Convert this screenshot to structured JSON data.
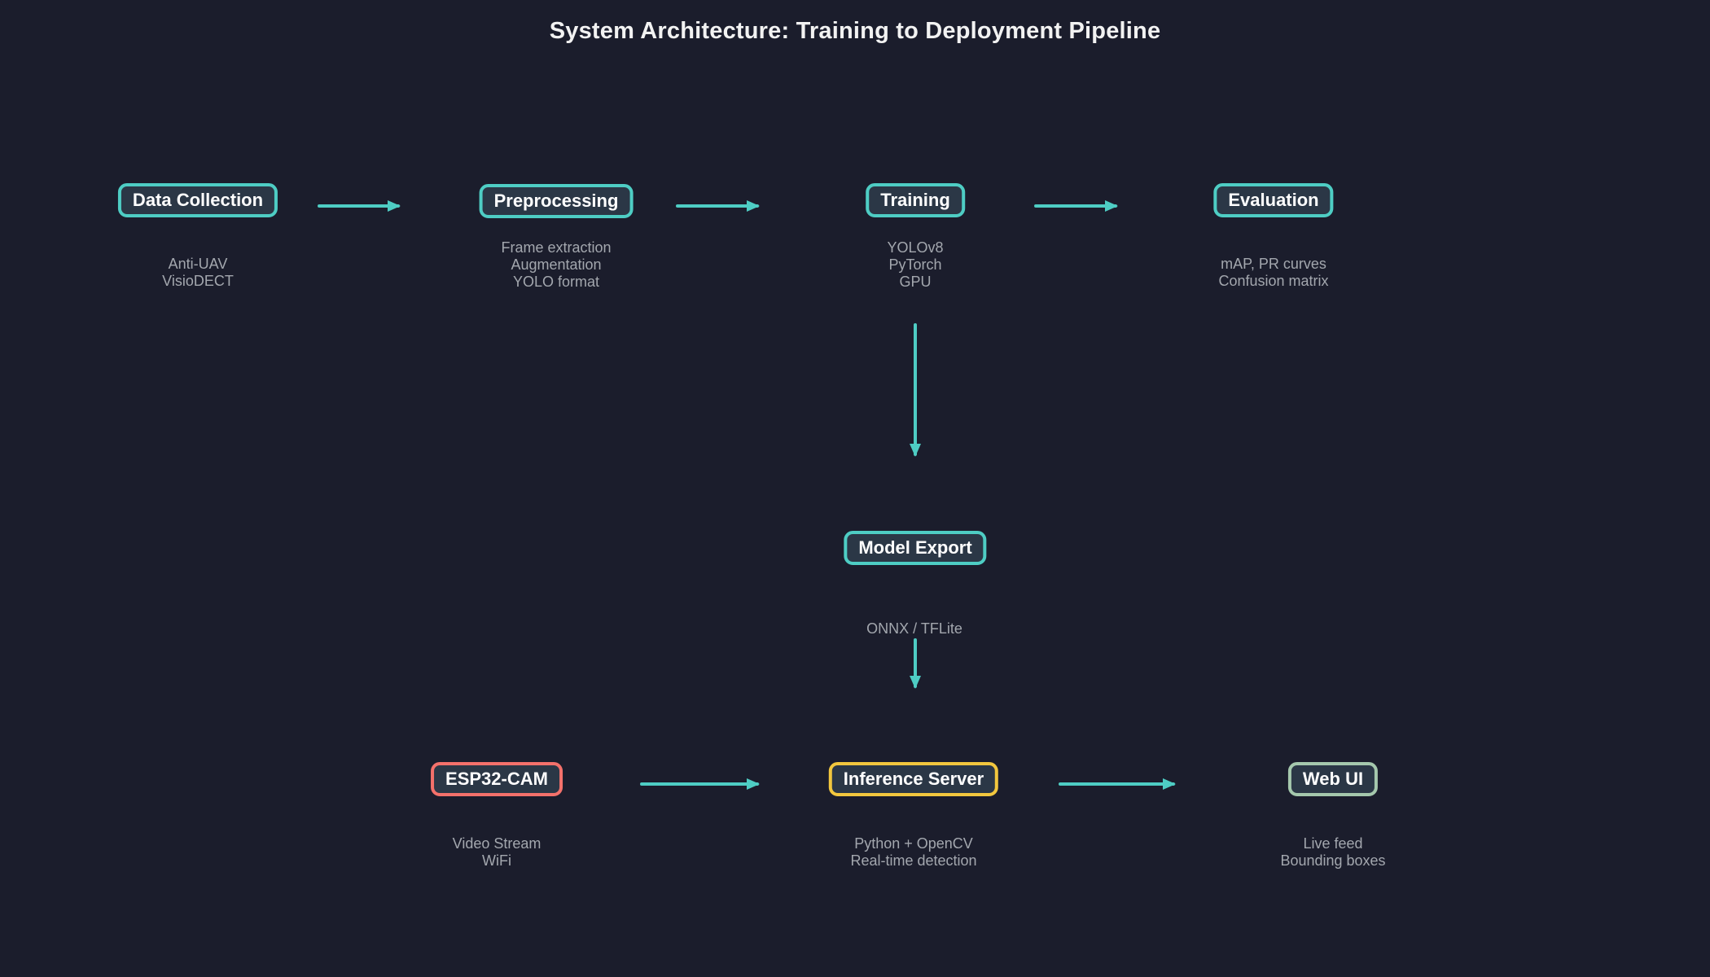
{
  "title": "System Architecture: Training to Deployment Pipeline",
  "colors": {
    "background": "#1b1d2c",
    "node_fill": "#2b3746",
    "arrow": "#4ecdc4",
    "border_teal": "#4ecdc4",
    "border_red": "#f4716b",
    "border_yellow": "#f2c73e",
    "border_sage": "#a5c8ad",
    "node_text": "#ffffff",
    "subtext": "#a3a7ae",
    "title_text": "#f2f2f2"
  },
  "nodes": [
    {
      "id": "data-collection",
      "label": "Data Collection",
      "sub": "Anti-UAV\nVisioDECT",
      "border_color": "#4ecdc4"
    },
    {
      "id": "preprocessing",
      "label": "Preprocessing",
      "sub": "Frame extraction\nAugmentation\nYOLO format",
      "border_color": "#4ecdc4"
    },
    {
      "id": "training",
      "label": "Training",
      "sub": "YOLOv8\nPyTorch\nGPU",
      "border_color": "#4ecdc4"
    },
    {
      "id": "evaluation",
      "label": "Evaluation",
      "sub": "mAP, PR curves\nConfusion matrix",
      "border_color": "#4ecdc4"
    },
    {
      "id": "model-export",
      "label": "Model Export",
      "sub": "ONNX / TFLite",
      "border_color": "#4ecdc4"
    },
    {
      "id": "esp32-cam",
      "label": "ESP32-CAM",
      "sub": "Video Stream\nWiFi",
      "border_color": "#f4716b"
    },
    {
      "id": "inference-server",
      "label": "Inference Server",
      "sub": "Python + OpenCV\nReal-time detection",
      "border_color": "#f2c73e"
    },
    {
      "id": "web-ui",
      "label": "Web UI",
      "sub": "Live feed\nBounding boxes",
      "border_color": "#a5c8ad"
    }
  ],
  "edges": [
    {
      "from": "data-collection",
      "to": "preprocessing"
    },
    {
      "from": "preprocessing",
      "to": "training"
    },
    {
      "from": "training",
      "to": "evaluation"
    },
    {
      "from": "training",
      "to": "model-export"
    },
    {
      "from": "model-export",
      "to": "inference-server"
    },
    {
      "from": "esp32-cam",
      "to": "inference-server"
    },
    {
      "from": "inference-server",
      "to": "web-ui"
    }
  ]
}
